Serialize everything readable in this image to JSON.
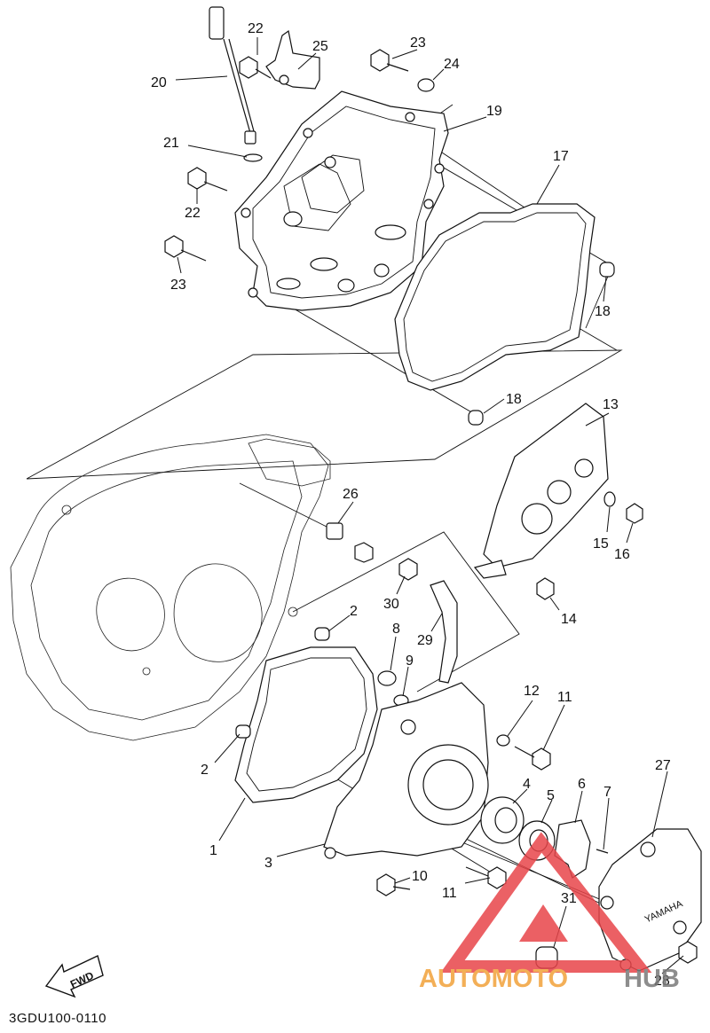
{
  "diagram": {
    "catalog_code": "3GDU100-0110",
    "fwd_badge": "FWD",
    "cover_brand": "YAMAHA",
    "watermark": {
      "left": "AUTOMOTO",
      "right": "HUB",
      "accent_color": "#e8454a",
      "orange": "#f2a23a",
      "gray": "#7a7a7a"
    },
    "parts": [
      {
        "id": "p20",
        "num": "20"
      },
      {
        "id": "p22a",
        "num": "22"
      },
      {
        "id": "p25",
        "num": "25"
      },
      {
        "id": "p23a",
        "num": "23"
      },
      {
        "id": "p24",
        "num": "24"
      },
      {
        "id": "p19",
        "num": "19"
      },
      {
        "id": "p21",
        "num": "21"
      },
      {
        "id": "p17",
        "num": "17"
      },
      {
        "id": "p22b",
        "num": "22"
      },
      {
        "id": "p23b",
        "num": "23"
      },
      {
        "id": "p18a",
        "num": "18"
      },
      {
        "id": "p18b",
        "num": "18"
      },
      {
        "id": "p13",
        "num": "13"
      },
      {
        "id": "p26",
        "num": "26"
      },
      {
        "id": "p15",
        "num": "15"
      },
      {
        "id": "p16",
        "num": "16"
      },
      {
        "id": "p14",
        "num": "14"
      },
      {
        "id": "p30",
        "num": "30"
      },
      {
        "id": "p2a",
        "num": "2"
      },
      {
        "id": "p8",
        "num": "8"
      },
      {
        "id": "p29",
        "num": "29"
      },
      {
        "id": "p9",
        "num": "9"
      },
      {
        "id": "p12",
        "num": "12"
      },
      {
        "id": "p11a",
        "num": "11"
      },
      {
        "id": "p2b",
        "num": "2"
      },
      {
        "id": "p27",
        "num": "27"
      },
      {
        "id": "p6",
        "num": "6"
      },
      {
        "id": "p4",
        "num": "4"
      },
      {
        "id": "p7",
        "num": "7"
      },
      {
        "id": "p5",
        "num": "5"
      },
      {
        "id": "p1",
        "num": "1"
      },
      {
        "id": "p3",
        "num": "3"
      },
      {
        "id": "p10",
        "num": "10"
      },
      {
        "id": "p11b",
        "num": "11"
      },
      {
        "id": "p31",
        "num": "31"
      },
      {
        "id": "p28",
        "num": "28"
      }
    ]
  }
}
